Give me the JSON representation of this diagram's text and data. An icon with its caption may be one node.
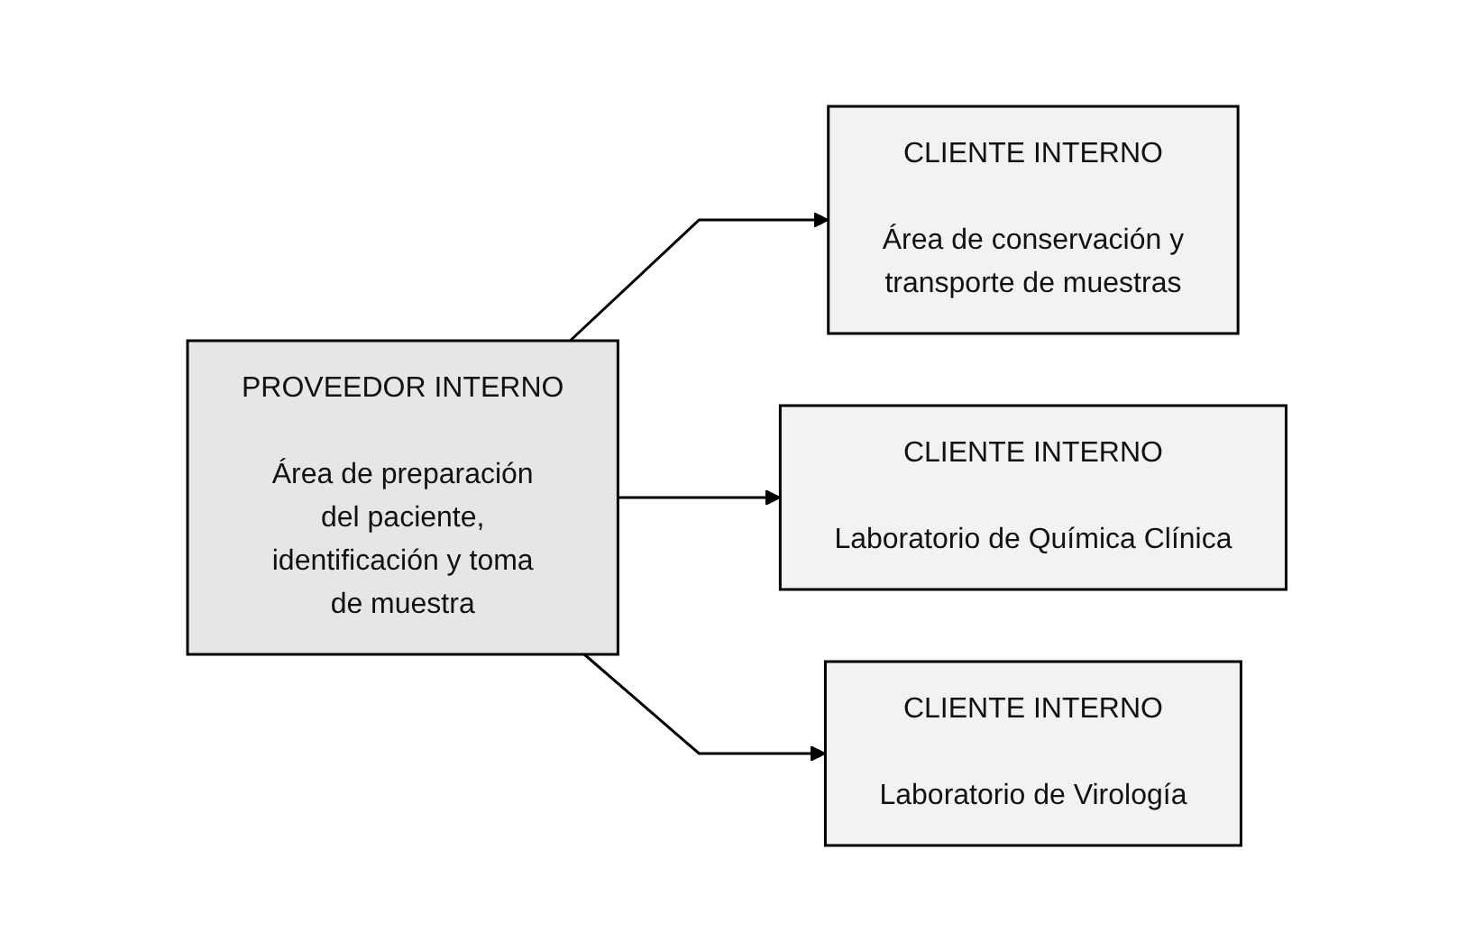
{
  "diagram": {
    "nodes": [
      {
        "text": [
          "PROVEEDOR INTERNO",
          "Área de preparación del paciente, identificación y toma de muestra"
        ]
      },
      {
        "text": [
          "CLIENTE INTERNO",
          "Área de conservación y transporte de muestras"
        ]
      },
      {
        "text": [
          "CLIENTE INTERNO",
          "Laboratorio de Química Clínica"
        ]
      },
      {
        "text": [
          "CLIENTE INTERNO",
          "Laboratorio de Virología"
        ]
      }
    ],
    "edges": [
      {
        "from": 0,
        "to": 1,
        "arrow": "to"
      },
      {
        "from": 0,
        "to": 2,
        "arrow": "to"
      },
      {
        "from": 0,
        "to": 3,
        "arrow": "to"
      }
    ]
  }
}
